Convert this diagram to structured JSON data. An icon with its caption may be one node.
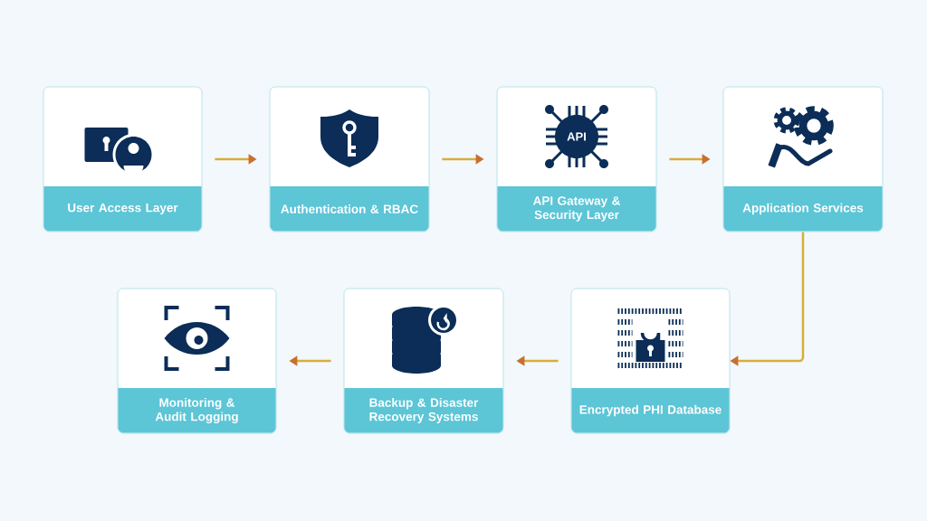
{
  "diagram": {
    "nodes": [
      {
        "text": [
          "User Access Layer"
        ]
      },
      {
        "text": [
          "Authentication & RBAC"
        ]
      },
      {
        "text": [
          "API Gateway & Security Layer"
        ]
      },
      {
        "text": [
          "Application Services"
        ]
      },
      {
        "text": [
          "Monitoring & Audit Logging"
        ]
      },
      {
        "text": [
          "Backup & Disaster Recovery Systems"
        ]
      },
      {
        "text": [
          "Encrypted PHI Database"
        ]
      }
    ],
    "edges": [
      {
        "from": 0,
        "to": 1,
        "arrow": "to"
      },
      {
        "from": 1,
        "to": 2,
        "arrow": "to"
      },
      {
        "from": 2,
        "to": 3,
        "arrow": "to"
      },
      {
        "from": 3,
        "to": 6,
        "arrow": "to"
      },
      {
        "from": 6,
        "to": 5,
        "arrow": "to"
      },
      {
        "from": 5,
        "to": 4,
        "arrow": "to"
      }
    ],
    "labels": [
      "API"
    ]
  }
}
